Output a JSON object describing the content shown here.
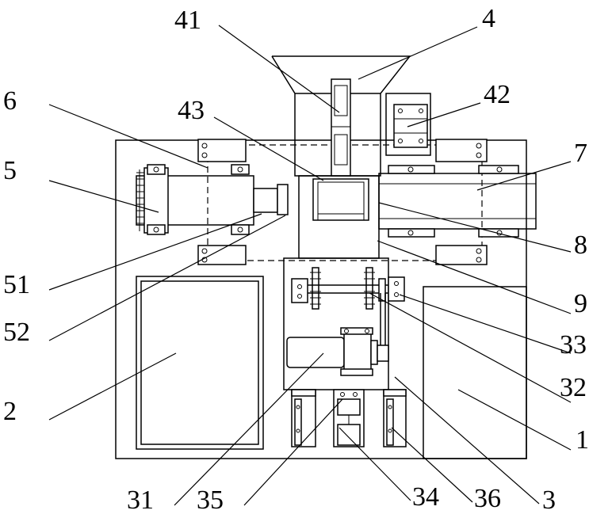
{
  "diagram": {
    "labels": {
      "l41": "41",
      "l4": "4",
      "l6": "6",
      "l42": "42",
      "l43": "43",
      "l5": "5",
      "l7": "7",
      "l8": "8",
      "l51": "51",
      "l9": "9",
      "l52": "52",
      "l33": "33",
      "l32": "32",
      "l2": "2",
      "l1": "1",
      "l31": "31",
      "l35": "35",
      "l34": "34",
      "l36": "36",
      "l3": "3"
    }
  }
}
